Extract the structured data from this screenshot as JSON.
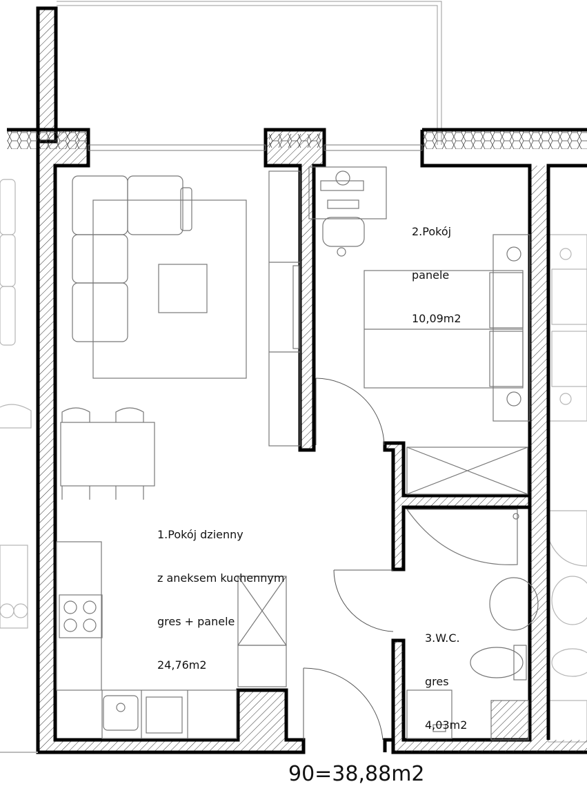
{
  "rooms": [
    {
      "name": "1.Pokój dzienny",
      "line2": "z aneksem kuchennym",
      "finish": "gres + panele",
      "area": "24,76m2"
    },
    {
      "name": "2.Pokój",
      "finish": "panele",
      "area": "10,09m2"
    },
    {
      "name": "3.W.C.",
      "finish": "gres",
      "area": "4,03m2"
    }
  ],
  "total": "90=38,88m2",
  "colors": {
    "wall": "#000000",
    "furniture": "#777777",
    "neighbor": "#b0b0b0"
  }
}
